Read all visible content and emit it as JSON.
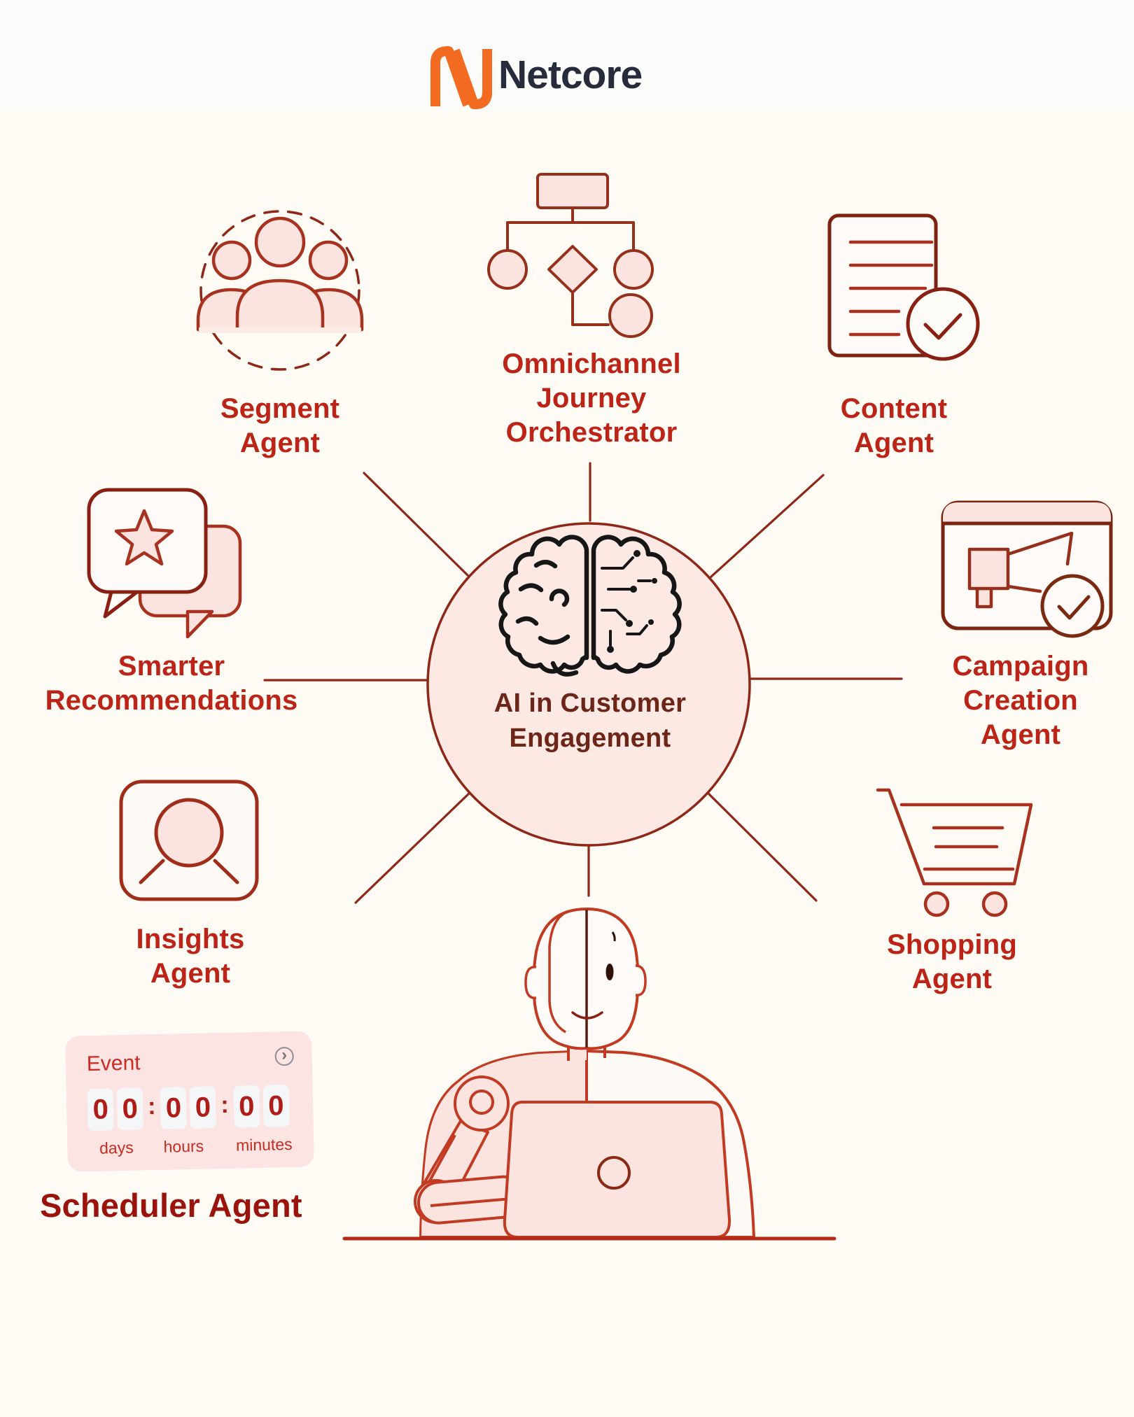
{
  "brand": {
    "wordmark": "Netcore",
    "logo_color": "#f26b21",
    "wordmark_color": "#262c3c"
  },
  "center": {
    "title": "AI in Customer\nEngagement",
    "icon": "brain-half-circuit-icon"
  },
  "agents": [
    {
      "id": "segment",
      "label": "Segment\nAgent",
      "icon": "people-group-icon"
    },
    {
      "id": "omnichannel",
      "label": "Omnichannel\nJourney\nOrchestrator",
      "icon": "flowchart-icon"
    },
    {
      "id": "content",
      "label": "Content\nAgent",
      "icon": "document-check-icon"
    },
    {
      "id": "smarter_recommendations",
      "label": "Smarter\nRecommendations",
      "icon": "chat-star-icon"
    },
    {
      "id": "campaign_creation",
      "label": "Campaign\nCreation\nAgent",
      "icon": "browser-megaphone-check-icon"
    },
    {
      "id": "insights",
      "label": "Insights\nAgent",
      "icon": "profile-search-icon"
    },
    {
      "id": "shopping",
      "label": "Shopping\nAgent",
      "icon": "shopping-cart-icon"
    },
    {
      "id": "scheduler",
      "label": "Scheduler Agent",
      "icon": "countdown-card-icon"
    }
  ],
  "scheduler_card": {
    "title": "Event",
    "digits": [
      "0",
      "0",
      "0",
      "0",
      "0",
      "0"
    ],
    "separator": ":",
    "units": [
      "days",
      "hours",
      "minutes"
    ],
    "chevron_glyph": "›"
  },
  "colors": {
    "background": "#fdfbf4",
    "top_band": "#fbfbf9",
    "accent_red": "#bc2418",
    "dark_red": "#8f2718",
    "maroon": "#9b130d",
    "pink_fill": "#fbe4e0",
    "circle_fill": "#fde9e4",
    "logo_orange": "#f26b21",
    "wordmark_navy": "#262c3c",
    "brain_black": "#161616"
  }
}
